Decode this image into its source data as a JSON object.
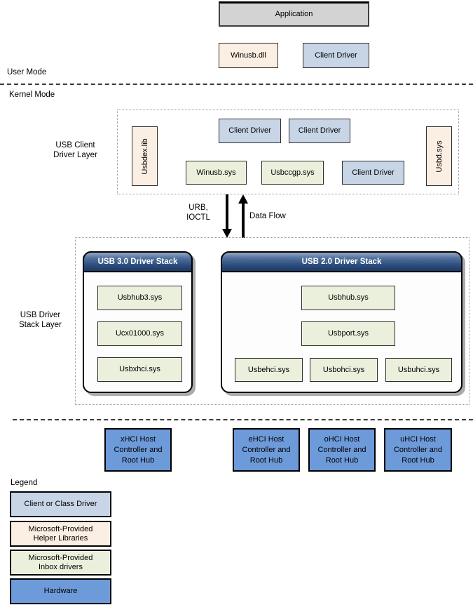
{
  "modes": {
    "user": "User Mode",
    "kernel": "Kernel Mode"
  },
  "application": {
    "label": "Application"
  },
  "user_layer": {
    "winusb_dll": "Winusb.dll",
    "client_driver": "Client Driver"
  },
  "client_layer": {
    "label": [
      "USB Client",
      "Driver Layer"
    ],
    "boxes": {
      "usbdex": "Usbdex.lib",
      "client_driver_top_1": "Client Driver",
      "client_driver_top_2": "Client Driver",
      "winusb_sys": "Winusb.sys",
      "usbccgp_sys": "Usbccgp.sys",
      "client_driver_right": "Client Driver",
      "usbd": "Usbd.sys"
    }
  },
  "arrows": {
    "urb": [
      "URB,",
      "IOCTL"
    ],
    "data_flow": "Data Flow"
  },
  "stack_layer": {
    "label": [
      "USB Driver",
      "Stack Layer"
    ],
    "usb3": {
      "title": "USB 3.0 Driver Stack",
      "items": [
        "Usbhub3.sys",
        "Ucx01000.sys",
        "Usbxhci.sys"
      ]
    },
    "usb2": {
      "title": "USB 2.0 Driver Stack",
      "hub": "Usbhub.sys",
      "port": "Usbport.sys",
      "hcis": [
        "Usbehci.sys",
        "Usbohci.sys",
        "Usbuhci.sys"
      ]
    }
  },
  "hardware": {
    "controllers": [
      {
        "lines": [
          "xHCI Host",
          "Controller and",
          "Root Hub"
        ]
      },
      {
        "lines": [
          "eHCI Host",
          "Controller and",
          "Root Hub"
        ]
      },
      {
        "lines": [
          "oHCI Host",
          "Controller and",
          "Root Hub"
        ]
      },
      {
        "lines": [
          "uHCI Host",
          "Controller and",
          "Root Hub"
        ]
      }
    ]
  },
  "legend": {
    "title": "Legend",
    "items": [
      {
        "lines": [
          "Client or Class Driver"
        ],
        "type": "client-or-class-driver"
      },
      {
        "lines": [
          "Microsoft-Provided",
          "Helper Libraries"
        ],
        "type": "helper-libraries"
      },
      {
        "lines": [
          "Microsoft-Provided",
          "Inbox drivers"
        ],
        "type": "inbox-drivers"
      },
      {
        "lines": [
          "Hardware"
        ],
        "type": "hardware"
      }
    ]
  },
  "colors": {
    "client_driver_fill": "#C7D5E6",
    "helper_library_fill": "#FBEEE2",
    "inbox_driver_fill": "#EBF0DC",
    "hardware_fill": "#6D9AD8",
    "application_fill": "#D3D3D3",
    "stack_header_top": "#93A8C3",
    "stack_header_bottom": "#1C3A62"
  }
}
